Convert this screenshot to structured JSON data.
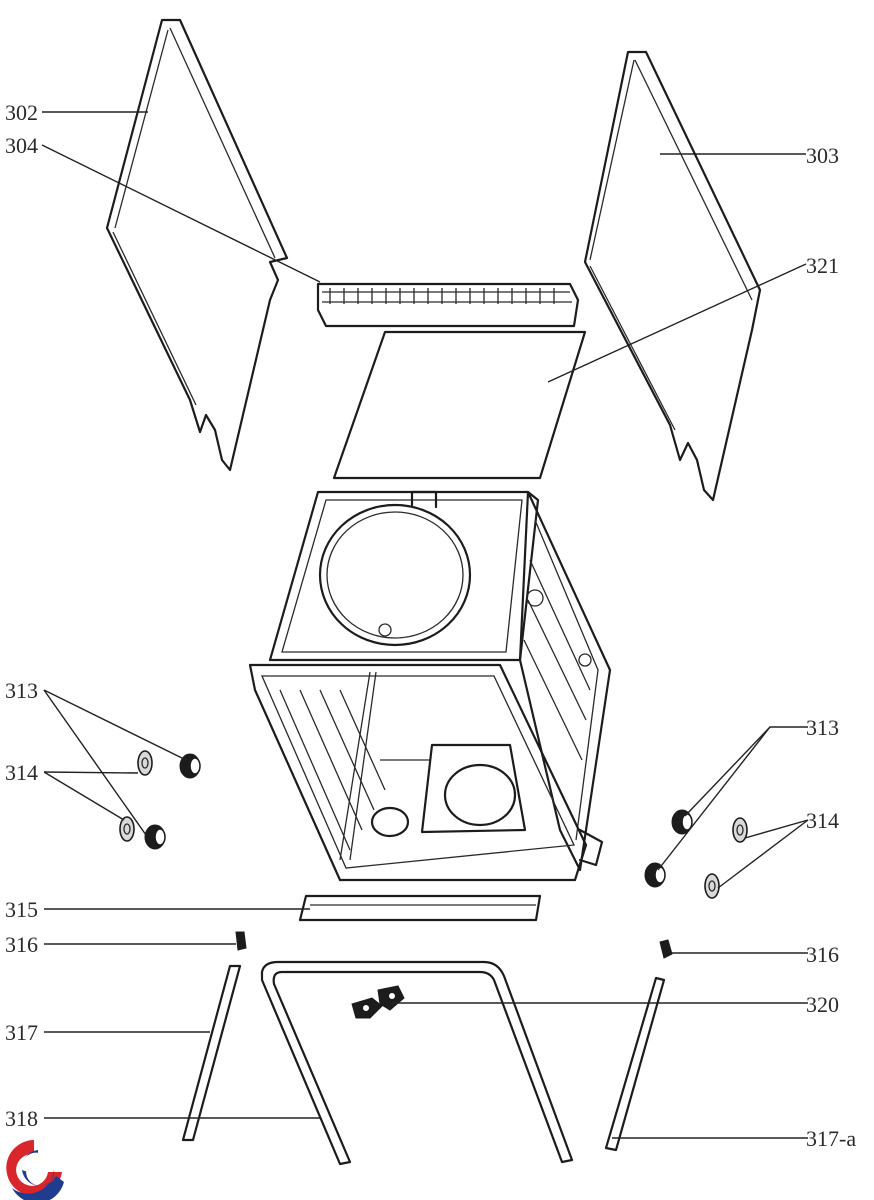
{
  "labels": {
    "l302": "302",
    "l304": "304",
    "l303": "303",
    "l321": "321",
    "l313a": "313",
    "l314a": "314",
    "l313b": "313",
    "l314b": "314",
    "l315": "315",
    "l316a": "316",
    "l316b": "316",
    "l317": "317",
    "l320": "320",
    "l318": "318",
    "l317a": "317-a"
  },
  "logo": {
    "colors": {
      "red": "#d9262c",
      "blue": "#1f3c8f"
    }
  }
}
